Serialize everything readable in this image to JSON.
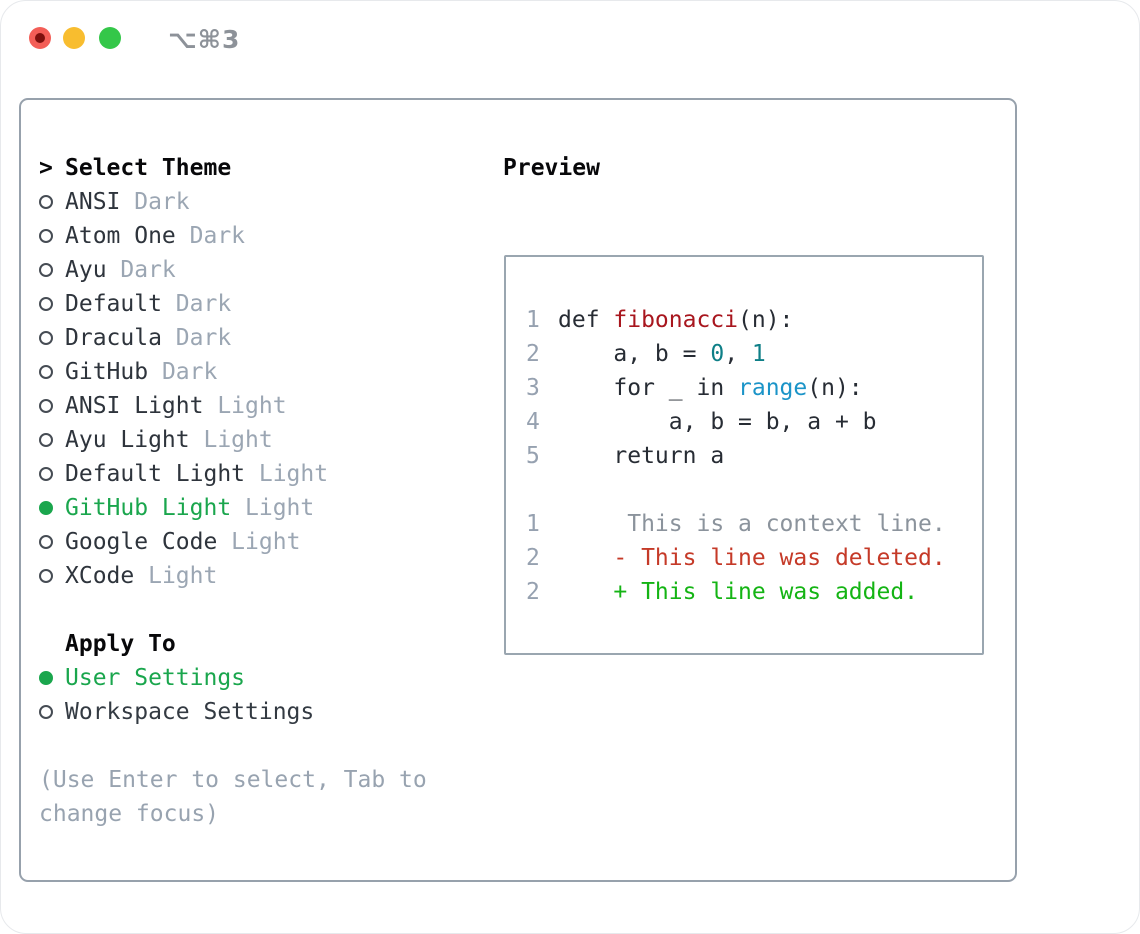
{
  "window": {
    "title": "⌥⌘3",
    "traffic_lights": [
      "close",
      "minimize",
      "zoom"
    ]
  },
  "theme_picker": {
    "prompt": ">",
    "header": "Select Theme",
    "themes": [
      {
        "name": "ANSI",
        "badge": "Dark",
        "selected": false
      },
      {
        "name": "Atom One",
        "badge": "Dark",
        "selected": false
      },
      {
        "name": "Ayu",
        "badge": "Dark",
        "selected": false
      },
      {
        "name": "Default",
        "badge": "Dark",
        "selected": false
      },
      {
        "name": "Dracula",
        "badge": "Dark",
        "selected": false
      },
      {
        "name": "GitHub",
        "badge": "Dark",
        "selected": false
      },
      {
        "name": "ANSI Light",
        "badge": "Light",
        "selected": false
      },
      {
        "name": "Ayu Light",
        "badge": "Light",
        "selected": false
      },
      {
        "name": "Default Light",
        "badge": "Light",
        "selected": false
      },
      {
        "name": "GitHub Light",
        "badge": "Light",
        "selected": true
      },
      {
        "name": "Google Code",
        "badge": "Light",
        "selected": false
      },
      {
        "name": "XCode",
        "badge": "Light",
        "selected": false
      }
    ],
    "apply_to": {
      "header": "Apply To",
      "options": [
        {
          "label": "User Settings",
          "selected": true
        },
        {
          "label": "Workspace Settings",
          "selected": false
        }
      ]
    },
    "hint": "(Use Enter to select, Tab to change focus)"
  },
  "preview": {
    "header": "Preview",
    "lines": [
      {
        "num": "1",
        "tokens": [
          [
            "def ",
            "p"
          ],
          [
            "fibonacci",
            "fn"
          ],
          [
            "(n):",
            "p"
          ]
        ]
      },
      {
        "num": "2",
        "tokens": [
          [
            "    a, b = ",
            "p"
          ],
          [
            "0",
            "lit"
          ],
          [
            ", ",
            "p"
          ],
          [
            "1",
            "lit"
          ]
        ]
      },
      {
        "num": "3",
        "tokens": [
          [
            "    for _ in ",
            "p"
          ],
          [
            "range",
            "call"
          ],
          [
            "(n):",
            "p"
          ]
        ]
      },
      {
        "num": "4",
        "tokens": [
          [
            "        a, b = b, a + b",
            "p"
          ]
        ]
      },
      {
        "num": "5",
        "tokens": [
          [
            "    return a",
            "p"
          ]
        ]
      },
      {
        "num": "",
        "tokens": []
      },
      {
        "num": "1",
        "tokens": [
          [
            "     This is a context line.",
            "ctx"
          ]
        ]
      },
      {
        "num": "2",
        "tokens": [
          [
            "    - This line was deleted.",
            "del"
          ]
        ]
      },
      {
        "num": "2",
        "tokens": [
          [
            "    + This line was added.",
            "add"
          ]
        ]
      }
    ]
  },
  "colors": {
    "selection_green": "#1aa64d",
    "added_green": "#14b414",
    "deleted_red": "#c53a28",
    "function_red": "#a8161e",
    "literal_teal": "#0e7f87",
    "builtin_blue": "#1b94c8",
    "code_text": "#272c34",
    "muted_gray": "#98a3b0",
    "line_number_gray": "#96a1b0",
    "panel_border": "#97a1ac",
    "traffic_red": "#f35e57",
    "traffic_yellow": "#f8bd2f",
    "traffic_green": "#34c749"
  }
}
